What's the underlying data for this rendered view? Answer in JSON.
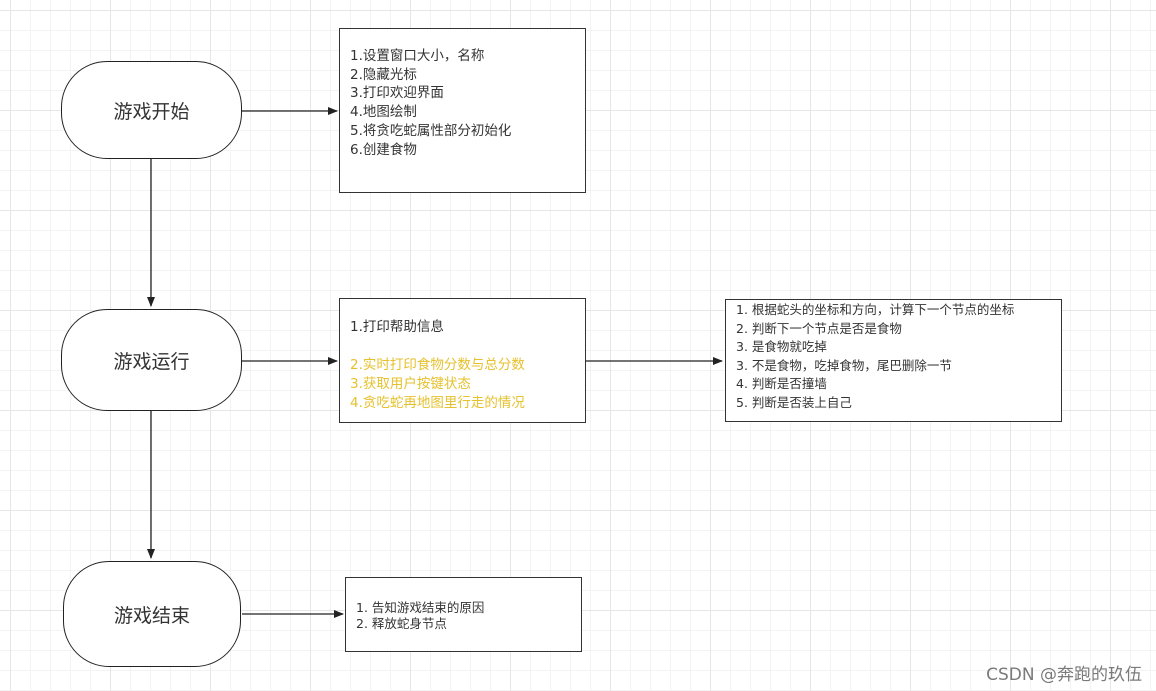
{
  "nodes": {
    "start": "游戏开始",
    "run": "游戏运行",
    "end": "游戏结束"
  },
  "start_steps": [
    "1.设置窗口大小，名称",
    "2.隐藏光标",
    "3.打印欢迎界面",
    "4.地图绘制",
    "5.将贪吃蛇属性部分初始化",
    "6.创建食物"
  ],
  "run_steps": {
    "first": "1.打印帮助信息",
    "highlighted": [
      "2.实时打印食物分数与总分数",
      "3.获取用户按键状态",
      "4.贪吃蛇再地图里行走的情况"
    ]
  },
  "move_steps": [
    "1. 根据蛇头的坐标和方向，计算下一个节点的坐标",
    "2. 判断下一个节点是否是食物",
    "3. 是食物就吃掉",
    "3. 不是食物，吃掉食物，尾巴删除一节",
    "4. 判断是否撞墙",
    "5. 判断是否装上自己"
  ],
  "end_steps": [
    "1. 告知游戏结束的原因",
    "2. 释放蛇身节点"
  ],
  "watermark": "CSDN @奔跑的玖伍",
  "colors": {
    "highlight": "#e6c12e",
    "stroke": "#222222",
    "grid": "#e6e6e6"
  }
}
